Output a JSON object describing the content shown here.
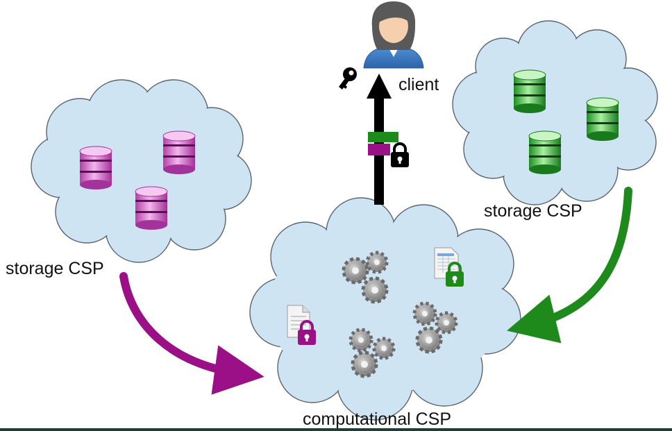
{
  "labels": {
    "client": "client",
    "storage_left": "storage CSP",
    "storage_right": "storage CSP",
    "computational": "computational CSP"
  },
  "colors": {
    "cloud_fill": "#cfe4f2",
    "cloud_stroke": "#5a6470",
    "magenta": "#9b0f87",
    "green": "#1f8a1c",
    "pink_db": "#e58fdc",
    "green_db": "#5fd05a",
    "black": "#000000",
    "bottom_bar": "#1d3f36"
  },
  "icons": {
    "client": "person-avatar-icon",
    "key": "key-icon",
    "lock": "padlock-icon",
    "database": "database-icon",
    "gear": "gear-icon",
    "document": "document-icon",
    "spreadsheet": "spreadsheet-icon"
  }
}
